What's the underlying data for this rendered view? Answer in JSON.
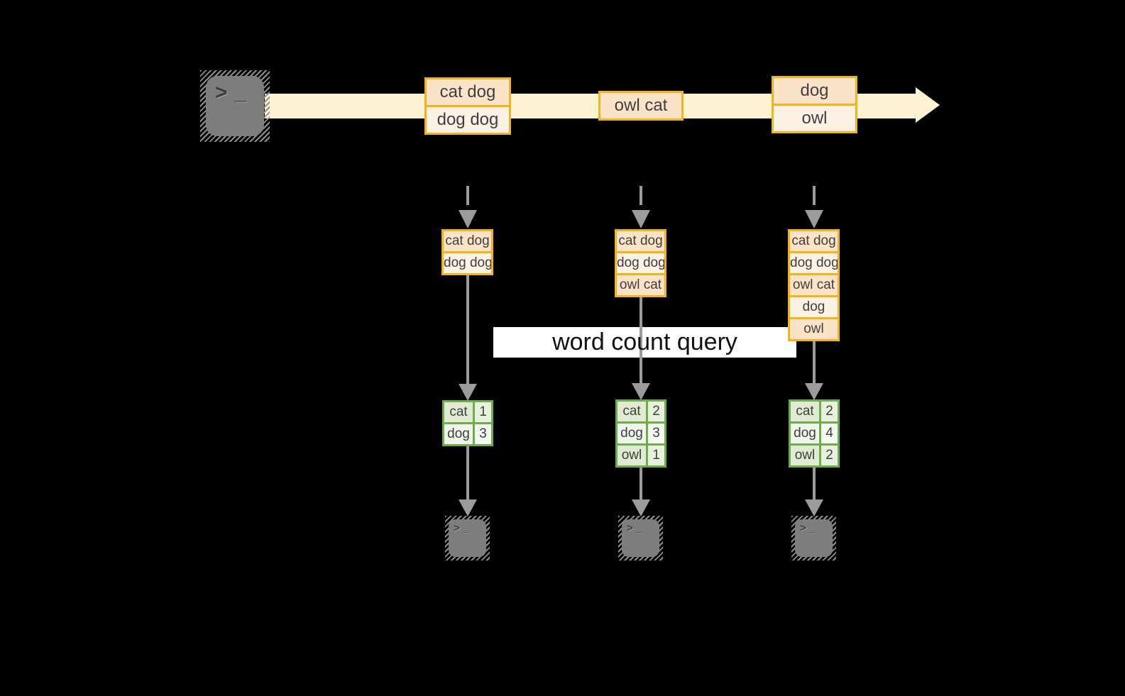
{
  "colors": {
    "background": "#000000",
    "stream_arrow": "#fdf2d1",
    "box_border": "#f2b31c",
    "cell_peach": "#fbe3c8",
    "cell_cream": "#fdf2e4",
    "table_border": "#6fad49",
    "green_dark": "#dfecd3",
    "green_dark_num": "#e8f1de",
    "green_light": "#eff5ea",
    "green_light_num": "#f4f8f0",
    "connector_gray": "#9b9b9b",
    "terminal_gray": "#7d7d7d",
    "glyph_dark": "#3c3c3c",
    "label_bg": "#ffffff",
    "label_text": "#111111",
    "cell_text": "#3f3f3f"
  },
  "query": {
    "label": "word count query"
  },
  "stream": {
    "events": [
      {
        "lines": [
          "cat dog",
          "dog dog"
        ]
      },
      {
        "lines": [
          "owl cat"
        ]
      },
      {
        "lines": [
          "dog",
          "owl"
        ]
      }
    ]
  },
  "columns": [
    {
      "stack": [
        "cat dog",
        "dog dog"
      ],
      "counts": [
        {
          "word": "cat",
          "count": "1"
        },
        {
          "word": "dog",
          "count": "3"
        }
      ]
    },
    {
      "stack": [
        "cat dog",
        "dog dog",
        "owl cat"
      ],
      "counts": [
        {
          "word": "cat",
          "count": "2"
        },
        {
          "word": "dog",
          "count": "3"
        },
        {
          "word": "owl",
          "count": "1"
        }
      ]
    },
    {
      "stack": [
        "cat dog",
        "dog dog",
        "owl cat",
        "dog",
        "owl"
      ],
      "counts": [
        {
          "word": "cat",
          "count": "2"
        },
        {
          "word": "dog",
          "count": "4"
        },
        {
          "word": "owl",
          "count": "2"
        }
      ]
    }
  ],
  "terminal": {
    "prompt_chevron": ">",
    "prompt_underscore": "_"
  }
}
